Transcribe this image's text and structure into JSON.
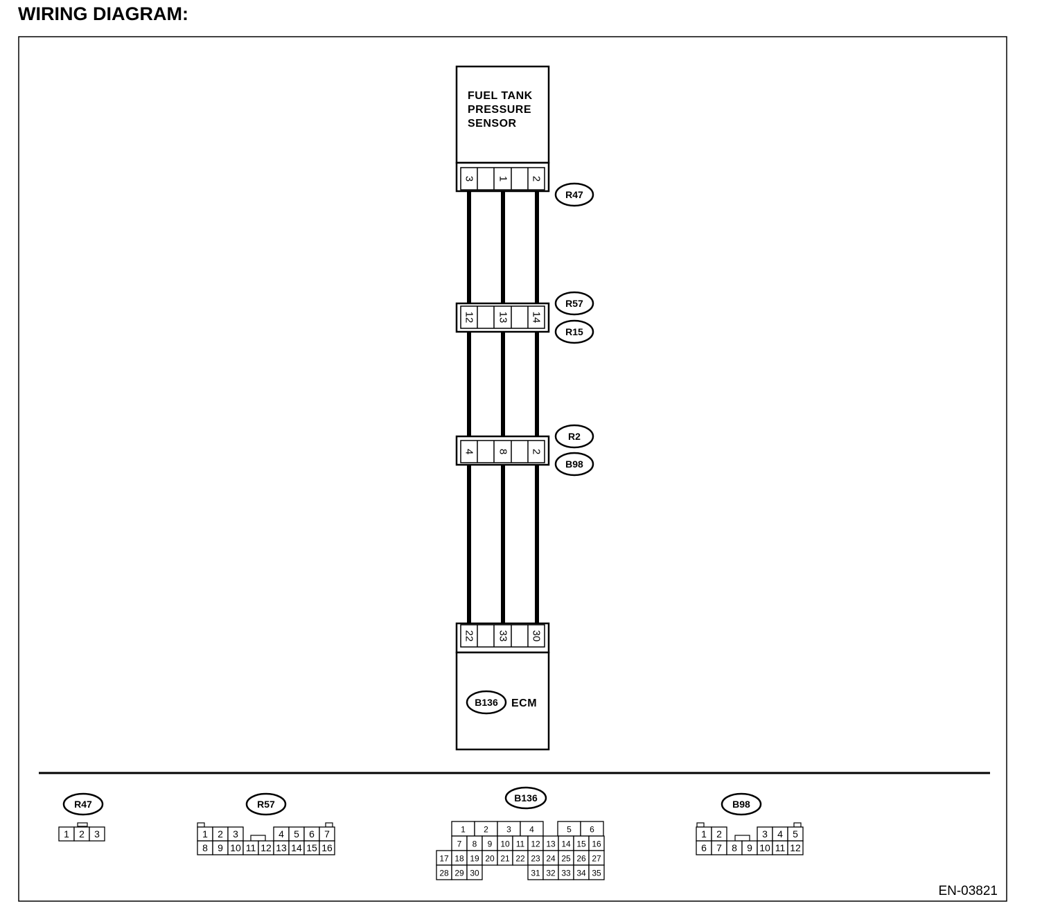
{
  "title": "WIRING DIAGRAM:",
  "figure_id": "EN-03821",
  "components": {
    "sensor": {
      "label_lines": [
        "FUEL TANK",
        "PRESSURE",
        "SENSOR"
      ]
    },
    "ecm": {
      "connector": "B136",
      "label": "ECM"
    }
  },
  "connectors": {
    "sensor_side": {
      "ids": [
        "R47"
      ],
      "pins": [
        "3",
        "1",
        "2"
      ]
    },
    "joint_1": {
      "ids": [
        "R57",
        "R15"
      ],
      "pins": [
        "12",
        "13",
        "14"
      ]
    },
    "joint_2": {
      "ids": [
        "R2",
        "B98"
      ],
      "pins": [
        "4",
        "8",
        "2"
      ]
    },
    "ecm_side": {
      "ids": [],
      "pins": [
        "22",
        "33",
        "30"
      ]
    }
  },
  "pinouts": {
    "R47": {
      "id": "R47",
      "rows": [
        [
          "1",
          "2",
          "3"
        ]
      ]
    },
    "R57": {
      "id": "R57",
      "rows": [
        [
          "1",
          "2",
          "3",
          "",
          "4",
          "5",
          "6",
          "7"
        ],
        [
          "8",
          "9",
          "10",
          "11",
          "12",
          "13",
          "14",
          "15",
          "16"
        ]
      ]
    },
    "B136": {
      "id": "B136",
      "rows": [
        [
          "1",
          "2",
          "3",
          "4",
          "5",
          "6"
        ],
        [
          "7",
          "8",
          "9",
          "10",
          "11",
          "12",
          "13",
          "14",
          "15",
          "16"
        ],
        [
          "17",
          "18",
          "19",
          "20",
          "21",
          "22",
          "23",
          "24",
          "25",
          "26",
          "27"
        ],
        [
          "28",
          "29",
          "30",
          "31",
          "32",
          "33",
          "34",
          "35"
        ]
      ]
    },
    "B98": {
      "id": "B98",
      "rows": [
        [
          "1",
          "2",
          "3",
          "4",
          "5"
        ],
        [
          "6",
          "7",
          "8",
          "9",
          "10",
          "11",
          "12"
        ]
      ]
    }
  }
}
